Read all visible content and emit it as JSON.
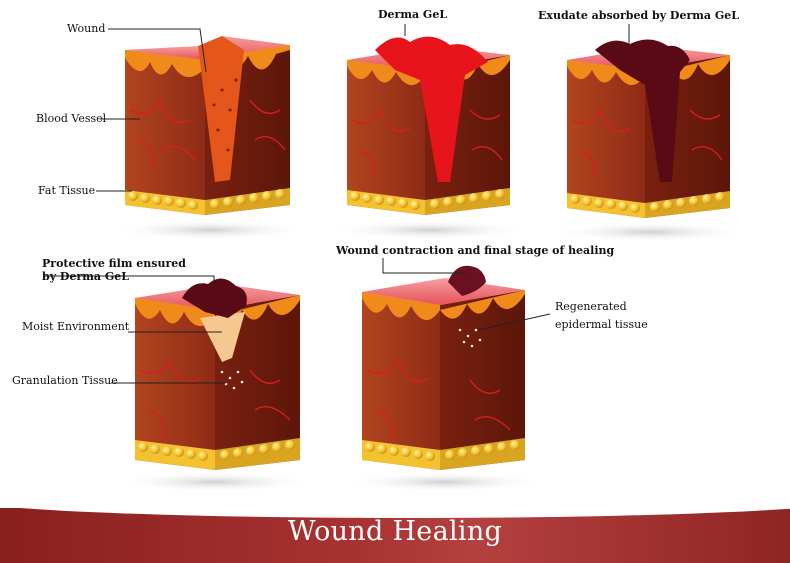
{
  "title": "Wound Healing",
  "labels": {
    "wound": "Wound",
    "blood_vessel": "Blood Vessel",
    "fat_tissue": "Fat Tissue",
    "derma_gel": "Derma GeL",
    "exudate": "Exudate absorbed by Derma GeL",
    "protective_line1": "Protective film ensured",
    "protective_line2": "by Derma GeL",
    "moist": "Moist Environment",
    "granulation": "Granulation Tissue",
    "contraction": "Wound contraction and final stage of healing",
    "regenerated_line1": "Regenerated",
    "regenerated_line2": "epidermal tissue"
  },
  "colors": {
    "skin_top": "#e8505a",
    "dermis": "#a83a1e",
    "dermis_side": "#7e2212",
    "fat": "#f2c230",
    "vessel": "#d81e1e",
    "gel": "#e8141c",
    "exudate": "#5a0a14",
    "banner": "#9c2b2b"
  }
}
